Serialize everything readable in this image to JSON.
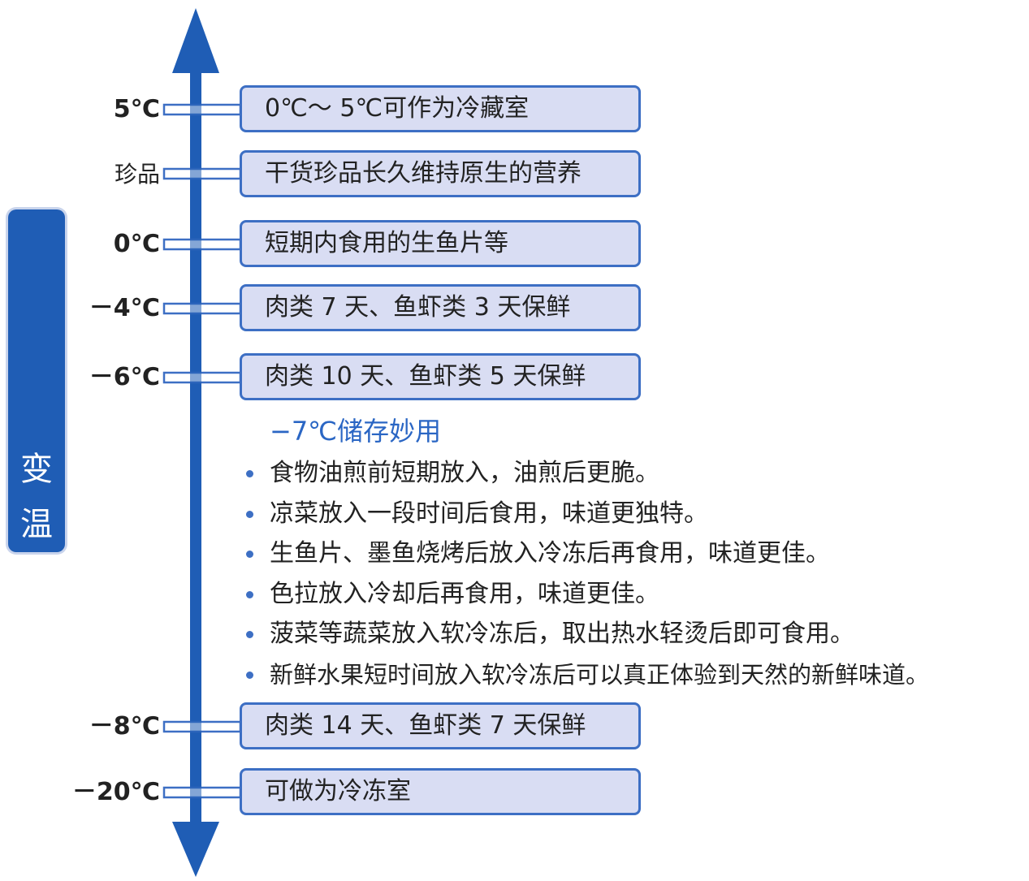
{
  "title_chars": [
    "变",
    "温",
    "室",
    "妙",
    "用"
  ],
  "colors": {
    "axis": "#1f5db5",
    "box_fill": "#d9ddf3",
    "box_border": "#3d6fc4",
    "subhead": "#2a66c4"
  },
  "levels": [
    {
      "label": "5℃",
      "text": "0℃～ 5℃可作为冷藏室"
    },
    {
      "label": "珍品",
      "text": "干货珍品长久维持原生的营养"
    },
    {
      "label": "0℃",
      "text": "短期内食用的生鱼片等"
    },
    {
      "label": "－4℃",
      "text": "肉类 7 天、鱼虾类 3 天保鲜"
    },
    {
      "label": "－6℃",
      "text": "肉类 10 天、鱼虾类 5 天保鲜"
    },
    {
      "label": "－8℃",
      "text": "肉类 14 天、鱼虾类 7 天保鲜"
    },
    {
      "label": "－20℃",
      "text": "可做为冷冻室"
    }
  ],
  "special": {
    "heading": "−7℃储存妙用",
    "items": [
      "食物油煎前短期放入，油煎后更脆。",
      "凉菜放入一段时间后食用，味道更独特。",
      "生鱼片、墨鱼烧烤后放入冷冻后再食用，味道更佳。",
      "色拉放入冷却后再食用，味道更佳。",
      "菠菜等蔬菜放入软冷冻后，取出热水轻烫后即可食用。",
      "新鲜水果短时间放入软冷冻后可以真正体验到天然的新鲜味道。"
    ]
  }
}
